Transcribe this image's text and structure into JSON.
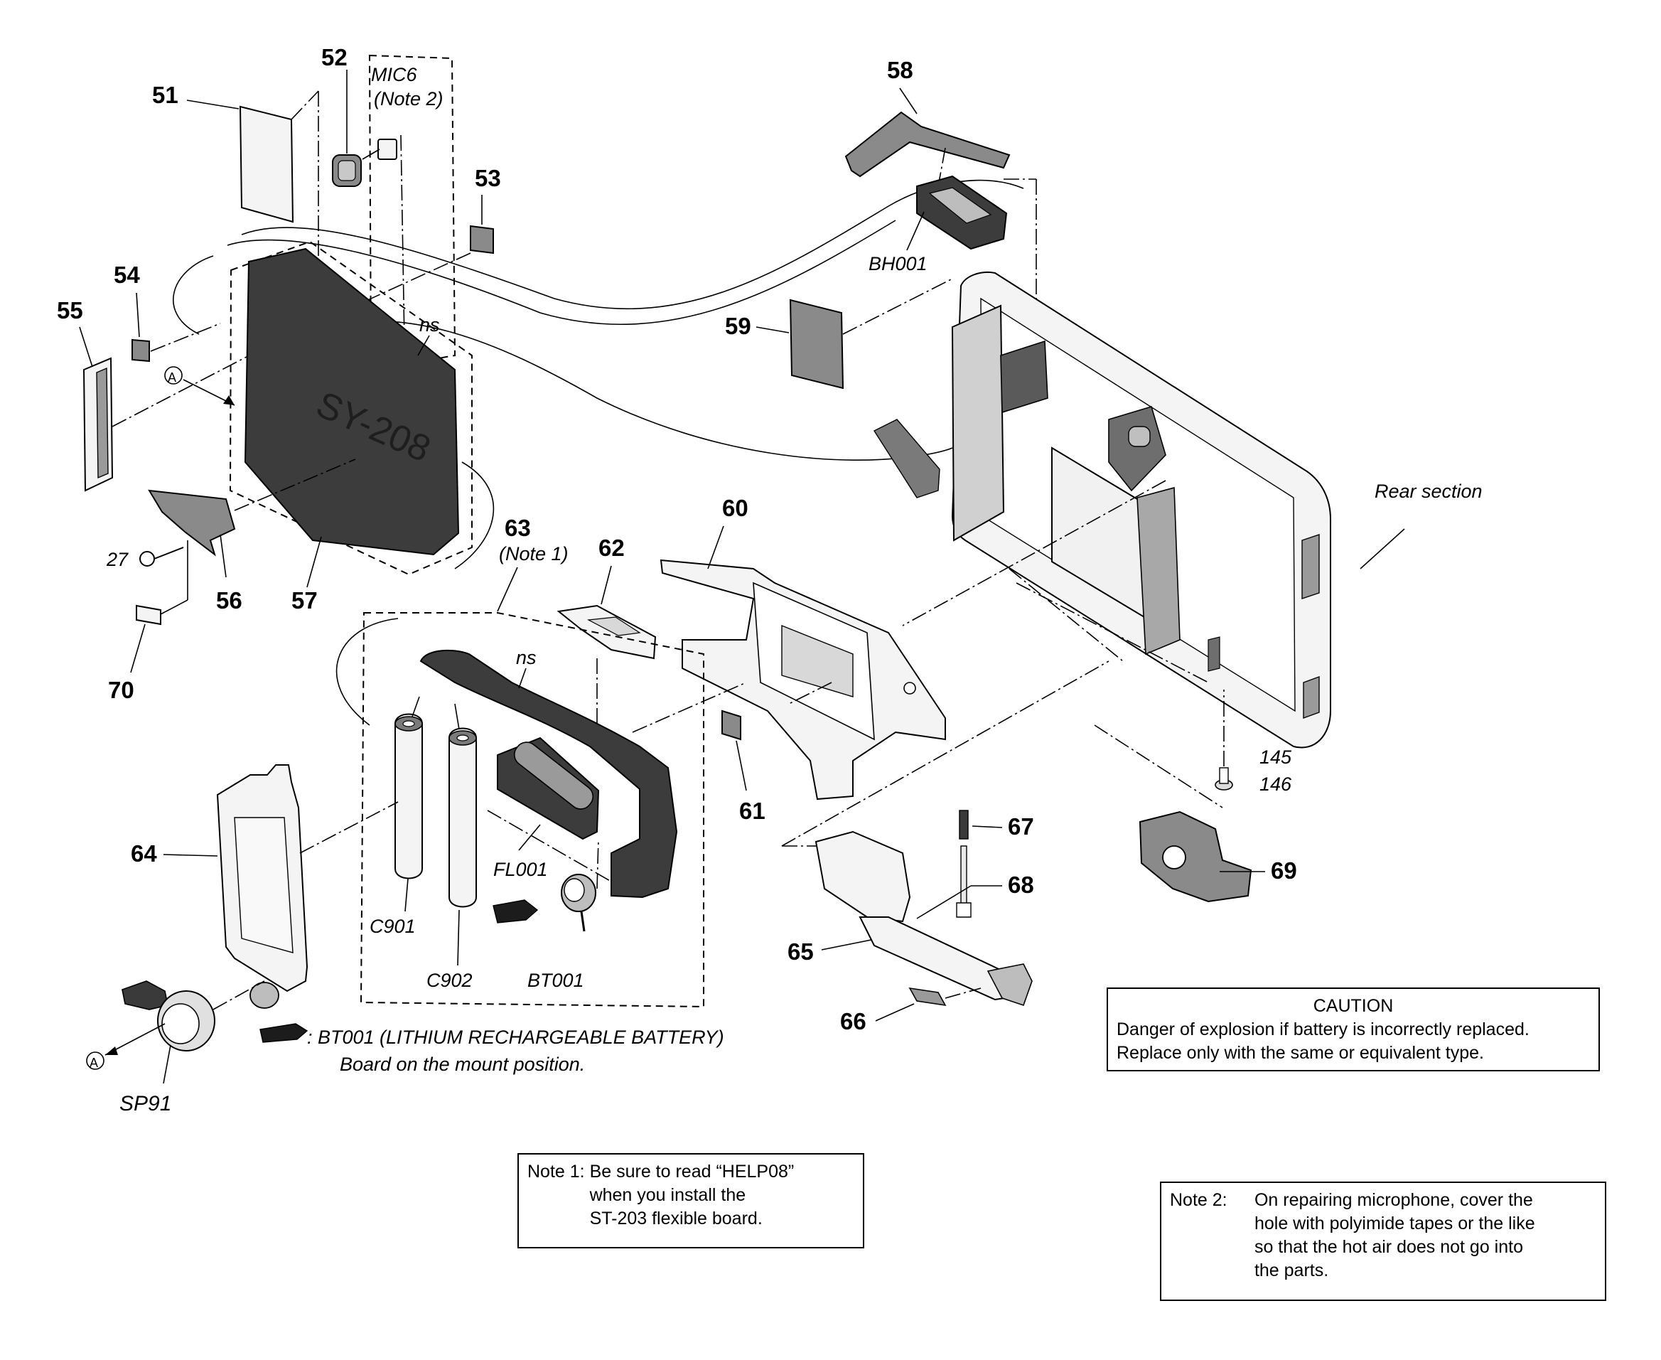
{
  "parts": {
    "p51": "51",
    "p52": "52",
    "p53": "53",
    "p54": "54",
    "p55": "55",
    "p56": "56",
    "p57": "57",
    "p58": "58",
    "p59": "59",
    "p60": "60",
    "p61": "61",
    "p62": "62",
    "p63": "63",
    "p64": "64",
    "p65": "65",
    "p66": "66",
    "p67": "67",
    "p68": "68",
    "p69": "69",
    "p70": "70",
    "p27": "27",
    "p145": "145",
    "p146": "146"
  },
  "references": {
    "mic6": "MIC6",
    "note2_ref": "(Note 2)",
    "note1_ref": "(Note 1)",
    "bh001": "BH001",
    "fl001": "FL001",
    "c901": "C901",
    "c902": "C902",
    "bt001": "BT001",
    "sp91": "SP91",
    "ns_upper": "ns",
    "ns_lower": "ns",
    "marker_a": "A",
    "board_marking": "SY-208"
  },
  "labels": {
    "rear_section": "Rear section",
    "bt001_legend": ": BT001 (LITHIUM RECHARGEABLE BATTERY)",
    "bt001_legend_sub": "Board on the mount position."
  },
  "caution": {
    "title": "CAUTION",
    "line1": "Danger of explosion if battery is incorrectly replaced.",
    "line2": "Replace only with the same or equivalent type."
  },
  "note1": {
    "label": "Note 1:",
    "line1": "Be sure to read “HELP08”",
    "line2": "when you install the",
    "line3": "ST-203 flexible board."
  },
  "note2": {
    "label": "Note 2:",
    "line1": "On repairing microphone, cover the",
    "line2": "hole with polyimide tapes or the like",
    "line3": "so that the hot air does not go into",
    "line4": "the parts."
  }
}
